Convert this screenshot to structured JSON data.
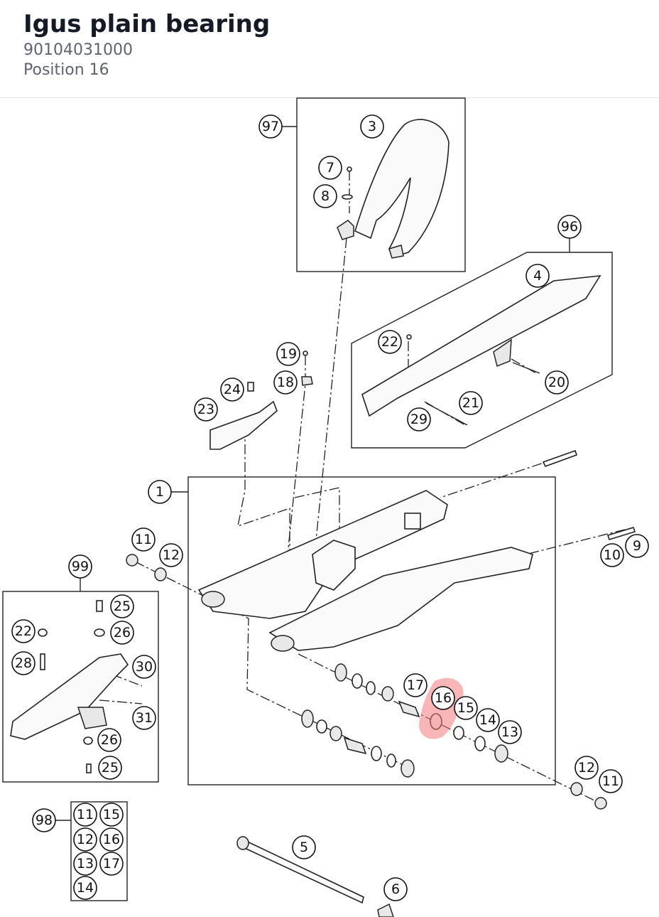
{
  "header": {
    "title": "Igus plain bearing",
    "part_number": "90104031000",
    "position": "Position 16"
  },
  "highlight": {
    "position": "16",
    "color": "#f27a7a"
  },
  "callouts": [
    {
      "id": "c97",
      "label": "97"
    },
    {
      "id": "c3",
      "label": "3"
    },
    {
      "id": "c7",
      "label": "7"
    },
    {
      "id": "c8",
      "label": "8"
    },
    {
      "id": "c96",
      "label": "96"
    },
    {
      "id": "c4",
      "label": "4"
    },
    {
      "id": "c22a",
      "label": "22"
    },
    {
      "id": "c20",
      "label": "20"
    },
    {
      "id": "c21",
      "label": "21"
    },
    {
      "id": "c29",
      "label": "29"
    },
    {
      "id": "c19",
      "label": "19"
    },
    {
      "id": "c18",
      "label": "18"
    },
    {
      "id": "c24",
      "label": "24"
    },
    {
      "id": "c23",
      "label": "23"
    },
    {
      "id": "c1",
      "label": "1"
    },
    {
      "id": "c11a",
      "label": "11"
    },
    {
      "id": "c12a",
      "label": "12"
    },
    {
      "id": "c99",
      "label": "99"
    },
    {
      "id": "c10",
      "label": "10"
    },
    {
      "id": "c9",
      "label": "9"
    },
    {
      "id": "c25a",
      "label": "25"
    },
    {
      "id": "c26a",
      "label": "26"
    },
    {
      "id": "c22b",
      "label": "22"
    },
    {
      "id": "c28",
      "label": "28"
    },
    {
      "id": "c30",
      "label": "30"
    },
    {
      "id": "c31",
      "label": "31"
    },
    {
      "id": "c26b",
      "label": "26"
    },
    {
      "id": "c25b",
      "label": "25"
    },
    {
      "id": "c17",
      "label": "17"
    },
    {
      "id": "c16",
      "label": "16"
    },
    {
      "id": "c15",
      "label": "15"
    },
    {
      "id": "c14",
      "label": "14"
    },
    {
      "id": "c13",
      "label": "13"
    },
    {
      "id": "c12b",
      "label": "12"
    },
    {
      "id": "c11b",
      "label": "11"
    },
    {
      "id": "c98",
      "label": "98"
    },
    {
      "id": "k11",
      "label": "11"
    },
    {
      "id": "k15",
      "label": "15"
    },
    {
      "id": "k12",
      "label": "12"
    },
    {
      "id": "k16",
      "label": "16"
    },
    {
      "id": "k13",
      "label": "13"
    },
    {
      "id": "k17",
      "label": "17"
    },
    {
      "id": "k14",
      "label": "14"
    },
    {
      "id": "c5",
      "label": "5"
    },
    {
      "id": "c6",
      "label": "6"
    }
  ]
}
